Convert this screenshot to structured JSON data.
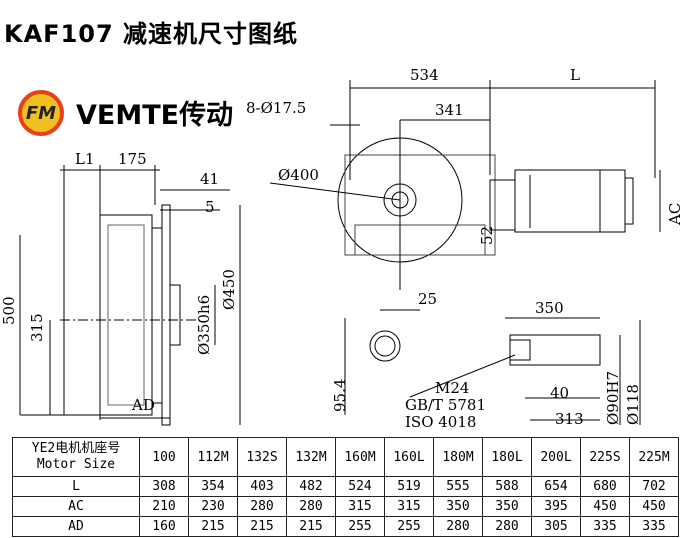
{
  "title": "KAF107 减速机尺寸图纸",
  "brand": {
    "logo_text": "FM",
    "name": "VEMTE传动"
  },
  "dimensions": {
    "holes": "8-Ø17.5",
    "d534": "534",
    "L": "L",
    "d341": "341",
    "L1": "L1",
    "d175": "175",
    "d41": "41",
    "d5": "5",
    "d400": "Ø400",
    "AC": "AC",
    "d52": "52",
    "d500": "500",
    "d315": "315",
    "d350": "Ø350h6",
    "d450": "Ø450",
    "AD": "AD",
    "d25": "25",
    "d95": "95.4",
    "d350b": "350",
    "M24": "M24",
    "gbt": "GB/T 5781",
    "iso": "ISO 4018",
    "d40": "40",
    "d313": "313",
    "d90": "Ø90H7",
    "d118": "Ø118"
  },
  "table": {
    "header_cn": "YE2电机机座号",
    "header_en": "Motor Size",
    "sizes": [
      "100",
      "112M",
      "132S",
      "132M",
      "160M",
      "160L",
      "180M",
      "180L",
      "200L",
      "225S",
      "225M"
    ],
    "rows": [
      {
        "label": "L",
        "values": [
          "308",
          "354",
          "403",
          "482",
          "524",
          "519",
          "555",
          "588",
          "654",
          "680",
          "702"
        ]
      },
      {
        "label": "AC",
        "values": [
          "210",
          "230",
          "280",
          "280",
          "315",
          "315",
          "350",
          "350",
          "395",
          "450",
          "450"
        ]
      },
      {
        "label": "AD",
        "values": [
          "160",
          "215",
          "215",
          "215",
          "255",
          "255",
          "280",
          "280",
          "305",
          "335",
          "335"
        ]
      }
    ]
  }
}
